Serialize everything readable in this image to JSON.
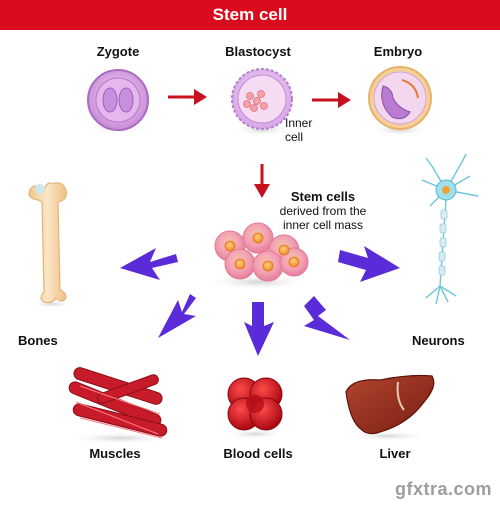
{
  "title": "Stem cell",
  "labels": {
    "zygote": "Zygote",
    "blastocyst": "Blastocyst",
    "embryo": "Embryo",
    "inner_cell_line1": "Inner",
    "inner_cell_line2": "cell",
    "stem_cells": "Stem cells",
    "stem_desc_line1": "derived from the",
    "stem_desc_line2": "inner cell mass",
    "bones": "Bones",
    "neurons": "Neurons",
    "muscles": "Muscles",
    "blood_cells": "Blood cells",
    "liver": "Liver"
  },
  "watermark": "gfxtra.com",
  "colors": {
    "title_bg": "#d90b1c",
    "red_arrow": "#c8101e",
    "blue_arrow": "#5a2bd8",
    "muscle": "#c81b2a",
    "blood": "#d4101c",
    "liver": "#8a2718",
    "neuron": "#6cc6d8",
    "bone": "#f6d6a8",
    "stem_cell": "#f4a9b6"
  }
}
